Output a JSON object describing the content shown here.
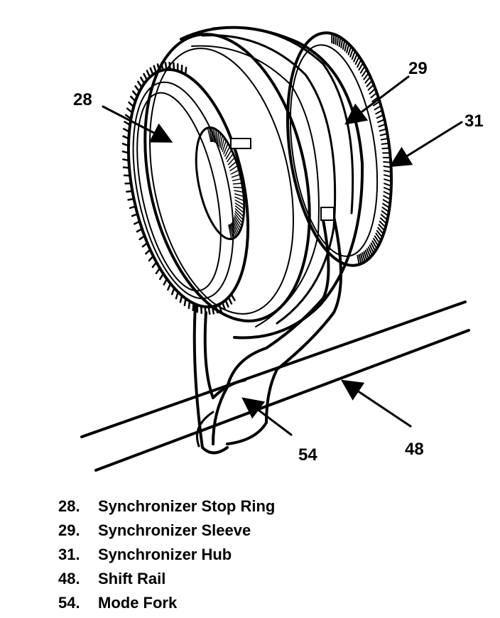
{
  "callouts": {
    "c28": "28",
    "c29": "29",
    "c31": "31",
    "c48": "48",
    "c54": "54"
  },
  "legend": [
    {
      "num": "28.",
      "label": "Synchronizer Stop Ring"
    },
    {
      "num": "29.",
      "label": "Synchronizer Sleeve"
    },
    {
      "num": "31.",
      "label": "Synchronizer Hub"
    },
    {
      "num": "48.",
      "label": "Shift Rail"
    },
    {
      "num": "54.",
      "label": "Mode Fork"
    }
  ]
}
